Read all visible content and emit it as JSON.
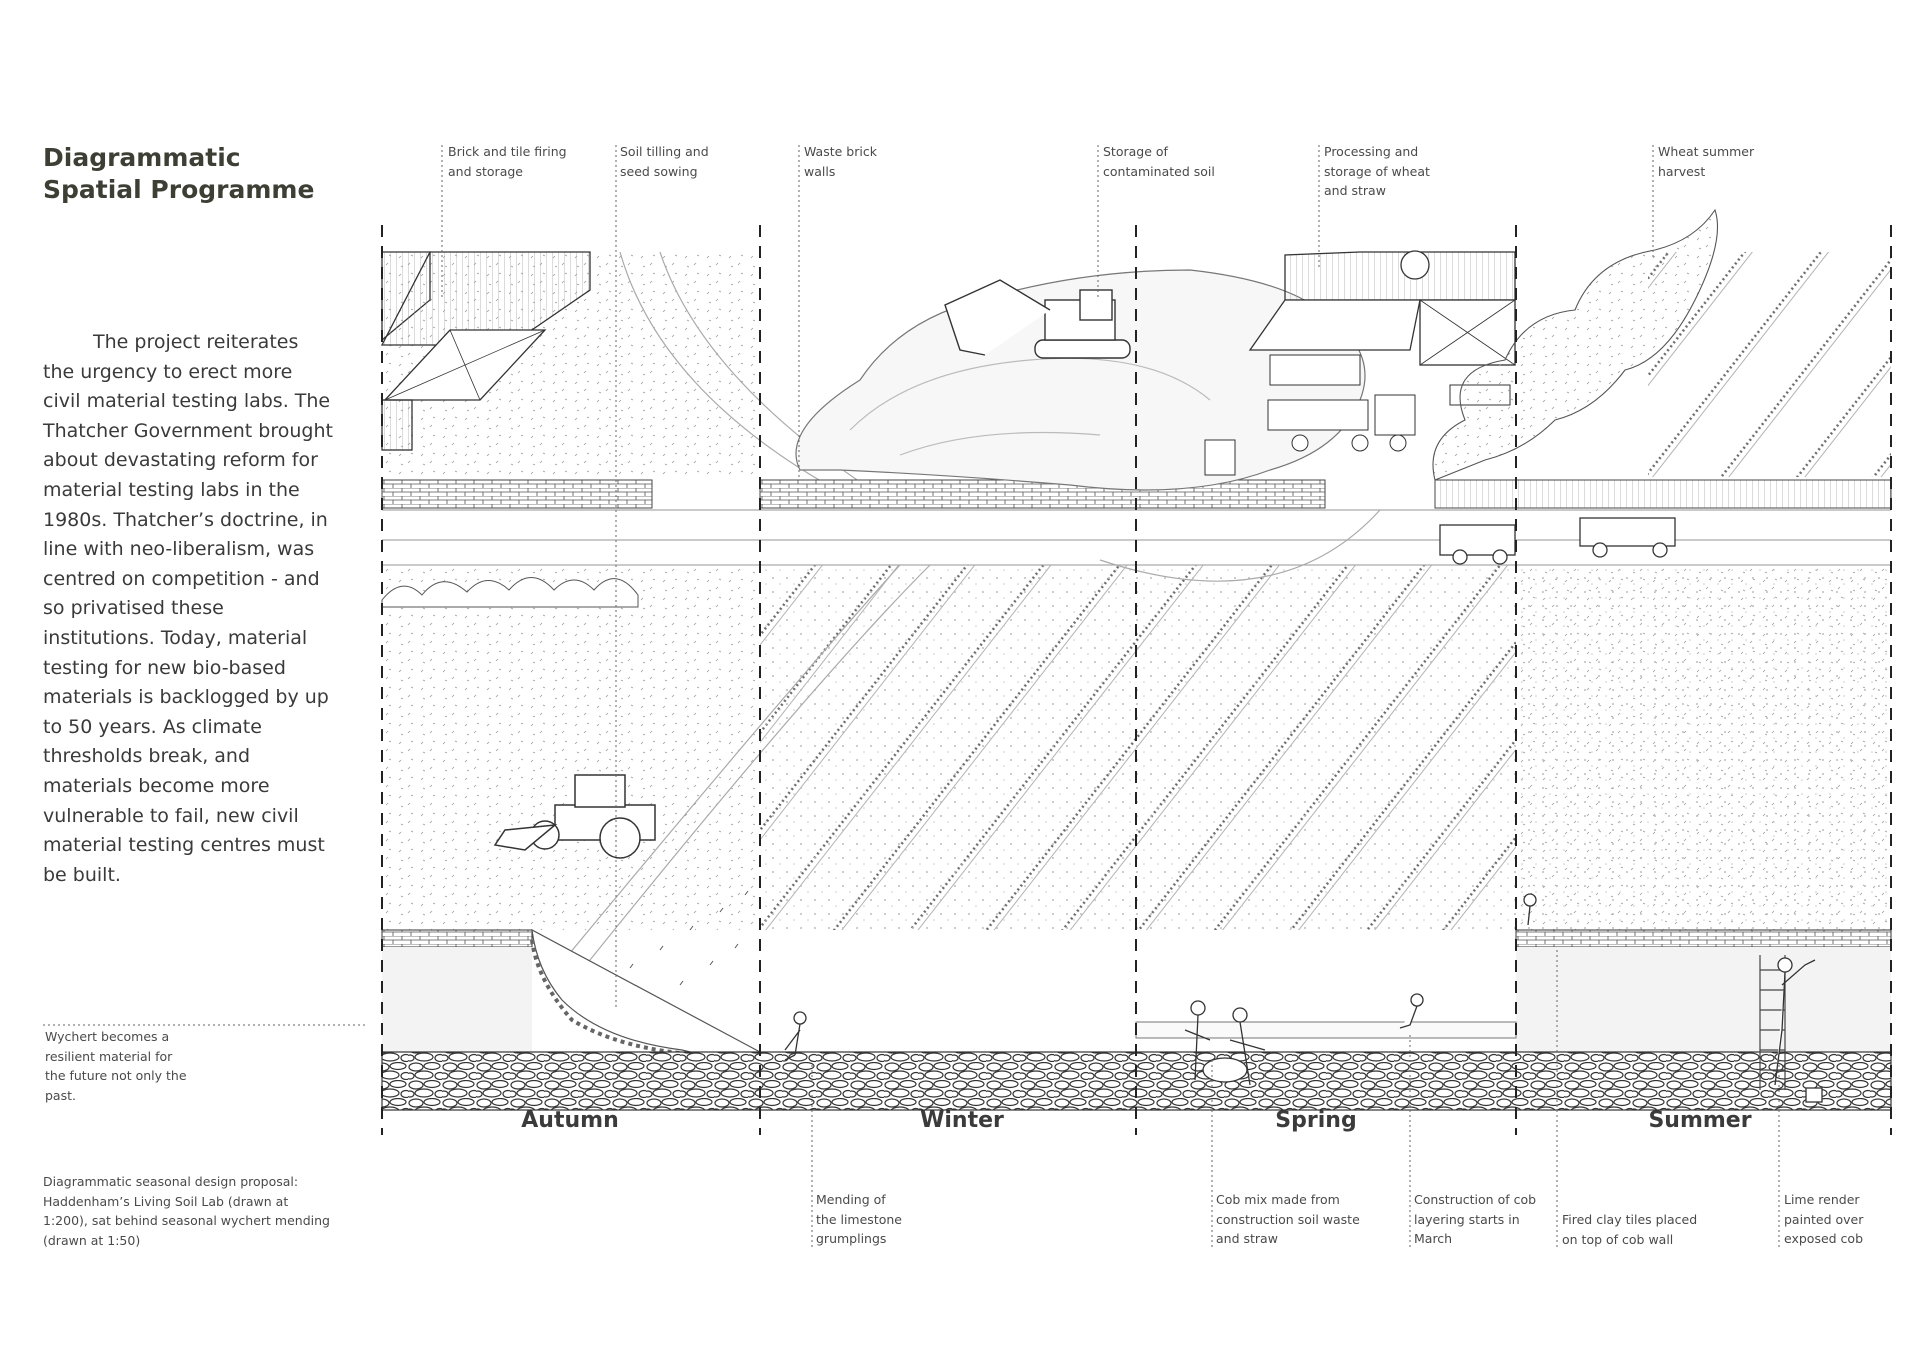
{
  "title": {
    "line1": "Diagrammatic",
    "line2": "Spatial Programme"
  },
  "intro_text": "The project reiterates the urgency to erect more civil material testing labs. The Thatcher Government brought about devastating reform for material testing labs in the 1980s. Thatcher’s doctrine, in line with neo-liberalism, was centred on competition - and so privatised these institutions. Today, material testing for new bio-based materials is backlogged by up to 50 years. As climate thresholds break, and materials become more vulnerable to fail, new civil material testing centres must be built.",
  "side_note": [
    "Wychert becomes a",
    "resilient material for",
    "the future not only the",
    "past."
  ],
  "caption": [
    "Diagrammatic seasonal design proposal:",
    "Haddenham’s Living Soil Lab (drawn at",
    "1:200), sat behind seasonal wychert mending",
    "(drawn at 1:50)"
  ],
  "top_labels": [
    {
      "id": "brick-firing",
      "lines": [
        "Brick and tile firing",
        "and storage"
      ]
    },
    {
      "id": "soil-tilling",
      "lines": [
        "Soil tilling and",
        "seed sowing"
      ]
    },
    {
      "id": "waste-brick",
      "lines": [
        "Waste brick",
        "walls"
      ]
    },
    {
      "id": "contaminated-soil",
      "lines": [
        "Storage of",
        "contaminated soil"
      ]
    },
    {
      "id": "wheat-processing",
      "lines": [
        "Processing and",
        "storage of wheat",
        "and straw"
      ]
    },
    {
      "id": "wheat-harvest",
      "lines": [
        "Wheat summer",
        "harvest"
      ]
    }
  ],
  "bottom_labels": [
    {
      "id": "limestone-mending",
      "lines": [
        "Mending of",
        "the limestone",
        "grumplings"
      ]
    },
    {
      "id": "cob-mix",
      "lines": [
        "Cob mix made from",
        "construction soil waste",
        "and straw"
      ]
    },
    {
      "id": "cob-layering",
      "lines": [
        "Construction of cob",
        "layering starts in",
        "March"
      ]
    },
    {
      "id": "clay-tiles",
      "lines": [
        "Fired clay tiles placed",
        "on top of cob wall"
      ]
    },
    {
      "id": "lime-render",
      "lines": [
        "Lime render",
        "painted over",
        "exposed cob"
      ]
    }
  ],
  "seasons": [
    "Autumn",
    "Winter",
    "Spring",
    "Summer"
  ],
  "colors": {
    "ink": "#3a3a3a",
    "title": "#3d3f35",
    "fill": "#f2f2f2"
  }
}
